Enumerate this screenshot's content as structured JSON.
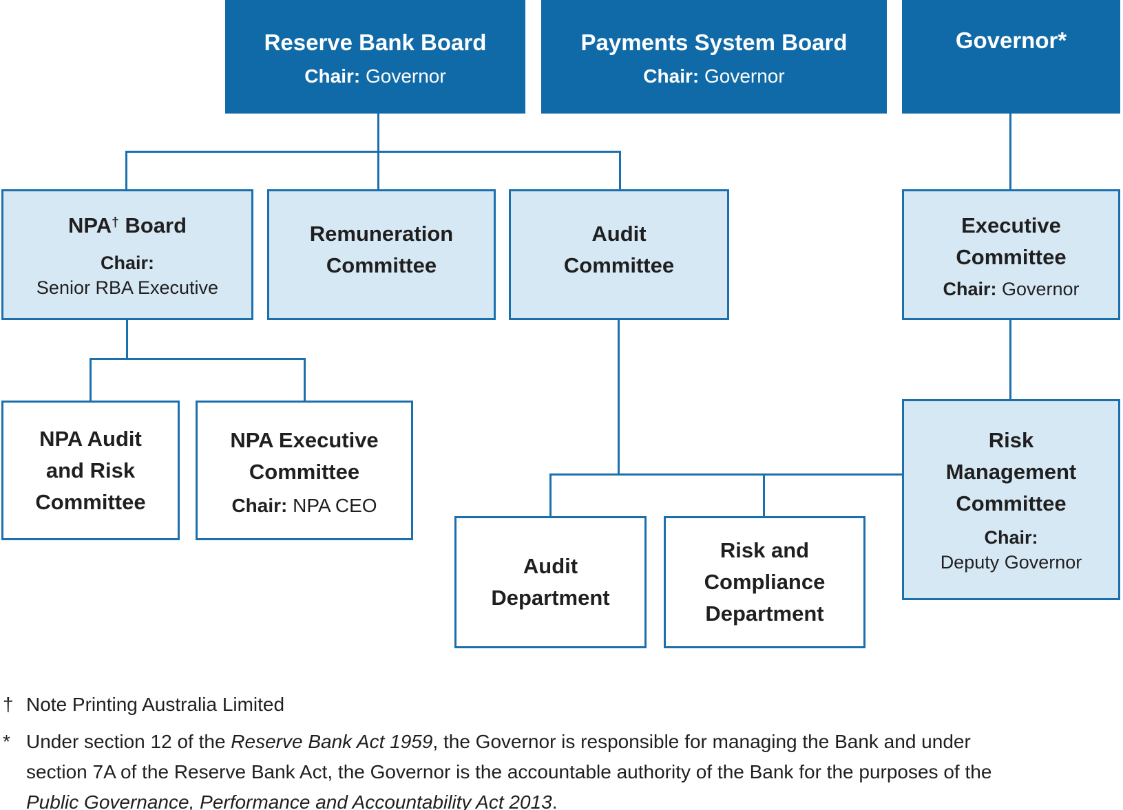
{
  "colors": {
    "dark_blue": "#0f6aa7",
    "light_blue": "#d7e8f5",
    "border_blue": "#1b6fad",
    "text": "#1f1f1f"
  },
  "boxes": {
    "reserve_bank_board": {
      "title": "Reserve Bank Board",
      "chair_label": "Chair:",
      "chair_value": " Governor"
    },
    "payments_system_board": {
      "title": "Payments System Board",
      "chair_label": "Chair:",
      "chair_value": " Governor"
    },
    "governor": {
      "title": "Governor*"
    },
    "npa_board": {
      "title_pre": "NPA",
      "title_sup": "†",
      "title_post": " Board",
      "chair_label": "Chair:",
      "chair_value": "Senior RBA Executive"
    },
    "remuneration_committee": {
      "title": "Remuneration\nCommittee"
    },
    "audit_committee": {
      "title": "Audit\nCommittee"
    },
    "executive_committee": {
      "title": "Executive\nCommittee",
      "chair_label": "Chair:",
      "chair_value": " Governor"
    },
    "npa_audit_risk_committee": {
      "title": "NPA Audit\nand Risk\nCommittee"
    },
    "npa_executive_committee": {
      "title": "NPA Executive\nCommittee",
      "chair_label": "Chair:",
      "chair_value": " NPA CEO"
    },
    "audit_department": {
      "title": "Audit\nDepartment"
    },
    "risk_compliance_department": {
      "title": "Risk and\nCompliance\nDepartment"
    },
    "risk_management_committee": {
      "title": "Risk\nManagement\nCommittee",
      "chair_label": "Chair:",
      "chair_value": "Deputy Governor"
    }
  },
  "footnotes": {
    "dagger": {
      "marker": "†",
      "text": "Note Printing Australia Limited"
    },
    "asterisk": {
      "marker": "*",
      "line1_a": "Under section 12 of the ",
      "line1_b": "Reserve Bank Act 1959",
      "line1_c": ", the Governor is responsible for managing the Bank and under",
      "line2": "section 7A of the Reserve Bank Act, the Governor is the accountable authority of the Bank for the purposes of the",
      "line3_a": "Public Governance, Performance and Accountability Act 2013",
      "line3_b": "."
    }
  }
}
